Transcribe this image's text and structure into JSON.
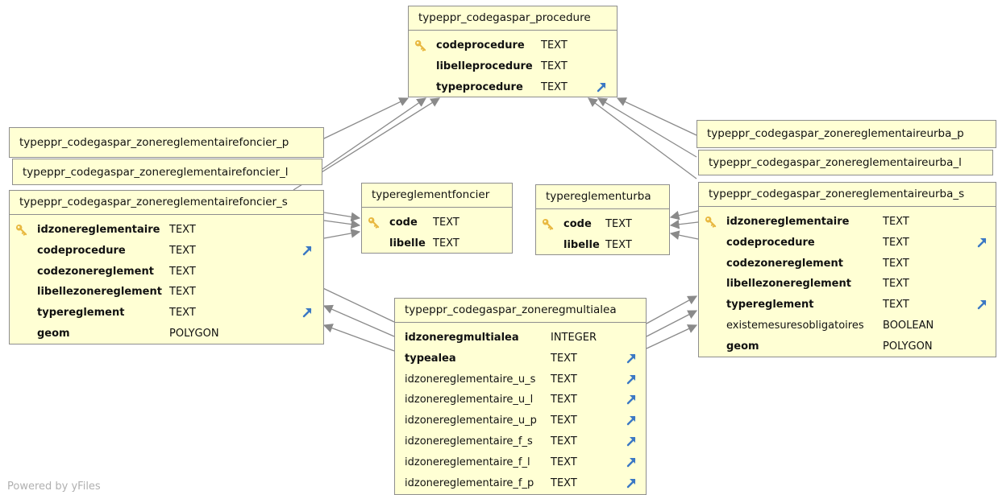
{
  "watermark": "Powered by yFiles",
  "colors": {
    "table_bg": "#ffffd4",
    "border": "#8e8e8e",
    "edge": "#8a8a8a",
    "fk_arrow": "#3b78c4",
    "key_icon": "#e8b840"
  },
  "icons": {
    "primary_key": "key-icon",
    "foreign_key": "arrow-up-right-icon"
  },
  "tables": {
    "procedure": {
      "title": "typeppr_codegaspar_procedure",
      "columns": [
        {
          "name": "codeprocedure",
          "type": "TEXT",
          "pk": true,
          "fk": false,
          "bold": true
        },
        {
          "name": "libelleprocedure",
          "type": "TEXT",
          "pk": false,
          "fk": false,
          "bold": true
        },
        {
          "name": "typeprocedure",
          "type": "TEXT",
          "pk": false,
          "fk": true,
          "bold": true
        }
      ]
    },
    "foncier_p": {
      "title": "typeppr_codegaspar_zonereglementairefoncier_p"
    },
    "foncier_l": {
      "title": "typeppr_codegaspar_zonereglementairefoncier_l"
    },
    "foncier_s": {
      "title": "typeppr_codegaspar_zonereglementairefoncier_s",
      "columns": [
        {
          "name": "idzonereglementaire",
          "type": "TEXT",
          "pk": true,
          "fk": false,
          "bold": true
        },
        {
          "name": "codeprocedure",
          "type": "TEXT",
          "pk": false,
          "fk": true,
          "bold": true
        },
        {
          "name": "codezonereglement",
          "type": "TEXT",
          "pk": false,
          "fk": false,
          "bold": true
        },
        {
          "name": "libellezonereglement",
          "type": "TEXT",
          "pk": false,
          "fk": false,
          "bold": true
        },
        {
          "name": "typereglement",
          "type": "TEXT",
          "pk": false,
          "fk": true,
          "bold": true
        },
        {
          "name": "geom",
          "type": "POLYGON",
          "pk": false,
          "fk": false,
          "bold": true
        }
      ]
    },
    "reglementfoncier": {
      "title": "typereglementfoncier",
      "columns": [
        {
          "name": "code",
          "type": "TEXT",
          "pk": true,
          "fk": false,
          "bold": true
        },
        {
          "name": "libelle",
          "type": "TEXT",
          "pk": false,
          "fk": false,
          "bold": true
        }
      ]
    },
    "reglementurba": {
      "title": "typereglementurba",
      "columns": [
        {
          "name": "code",
          "type": "TEXT",
          "pk": true,
          "fk": false,
          "bold": true
        },
        {
          "name": "libelle",
          "type": "TEXT",
          "pk": false,
          "fk": false,
          "bold": true
        }
      ]
    },
    "urba_p": {
      "title": "typeppr_codegaspar_zonereglementaireurba_p"
    },
    "urba_l": {
      "title": "typeppr_codegaspar_zonereglementaireurba_l"
    },
    "urba_s": {
      "title": "typeppr_codegaspar_zonereglementaireurba_s",
      "columns": [
        {
          "name": "idzonereglementaire",
          "type": "TEXT",
          "pk": true,
          "fk": false,
          "bold": true
        },
        {
          "name": "codeprocedure",
          "type": "TEXT",
          "pk": false,
          "fk": true,
          "bold": true
        },
        {
          "name": "codezonereglement",
          "type": "TEXT",
          "pk": false,
          "fk": false,
          "bold": true
        },
        {
          "name": "libellezonereglement",
          "type": "TEXT",
          "pk": false,
          "fk": false,
          "bold": true
        },
        {
          "name": "typereglement",
          "type": "TEXT",
          "pk": false,
          "fk": true,
          "bold": true
        },
        {
          "name": "existemesuresobligatoires",
          "type": "BOOLEAN",
          "pk": false,
          "fk": false,
          "bold": false
        },
        {
          "name": "geom",
          "type": "POLYGON",
          "pk": false,
          "fk": false,
          "bold": true
        }
      ]
    },
    "multialea": {
      "title": "typeppr_codegaspar_zoneregmultialea",
      "columns": [
        {
          "name": "idzoneregmultialea",
          "type": "INTEGER",
          "pk": false,
          "fk": false,
          "bold": true
        },
        {
          "name": "typealea",
          "type": "TEXT",
          "pk": false,
          "fk": true,
          "bold": true
        },
        {
          "name": "idzonereglementaire_u_s",
          "type": "TEXT",
          "pk": false,
          "fk": true,
          "bold": false
        },
        {
          "name": "idzonereglementaire_u_l",
          "type": "TEXT",
          "pk": false,
          "fk": true,
          "bold": false
        },
        {
          "name": "idzonereglementaire_u_p",
          "type": "TEXT",
          "pk": false,
          "fk": true,
          "bold": false
        },
        {
          "name": "idzonereglementaire_f_s",
          "type": "TEXT",
          "pk": false,
          "fk": true,
          "bold": false
        },
        {
          "name": "idzonereglementaire_f_l",
          "type": "TEXT",
          "pk": false,
          "fk": true,
          "bold": false
        },
        {
          "name": "idzonereglementaire_f_p",
          "type": "TEXT",
          "pk": false,
          "fk": true,
          "bold": false
        }
      ]
    }
  }
}
